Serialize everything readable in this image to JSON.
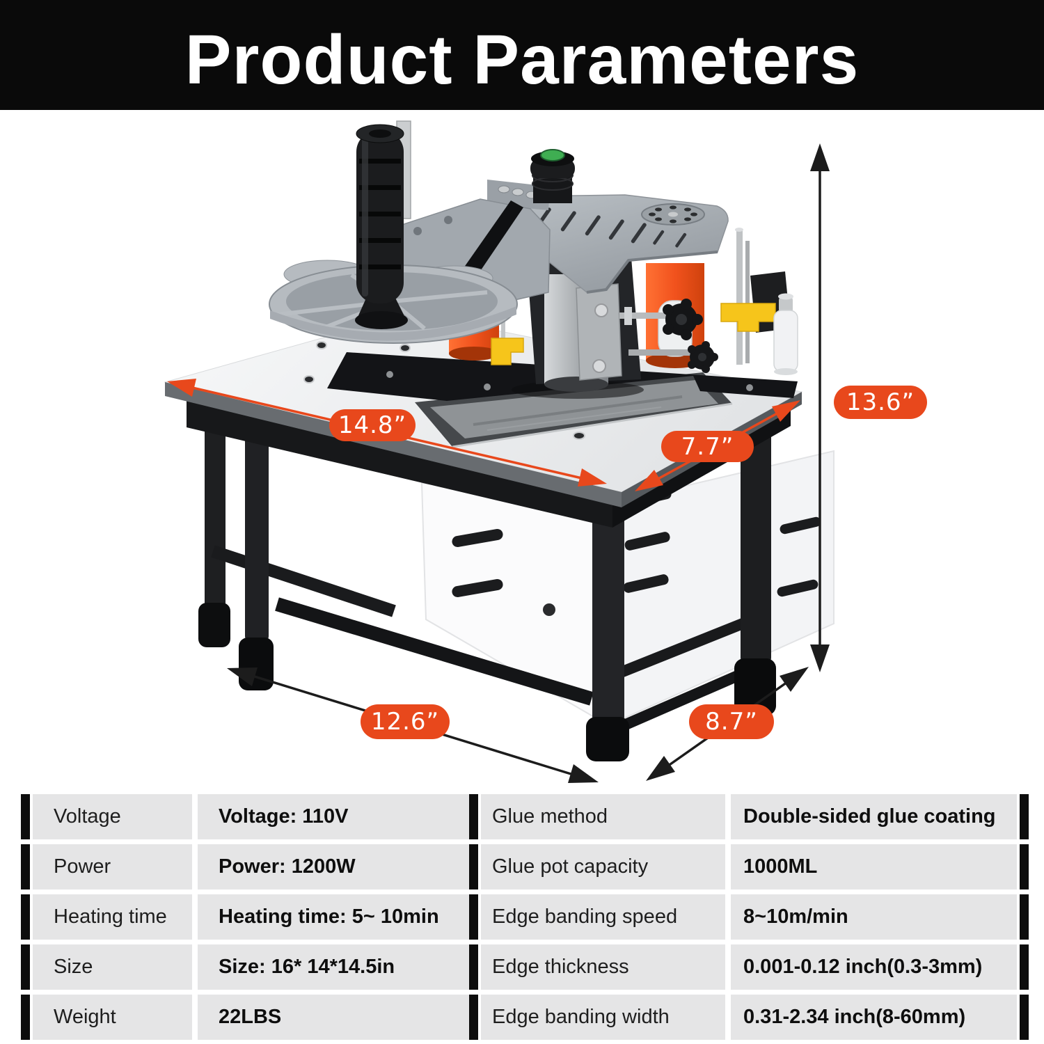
{
  "header": {
    "title": "Product Parameters"
  },
  "diagram": {
    "badges": [
      {
        "id": "table-width",
        "label": "14.8”"
      },
      {
        "id": "table-depth",
        "label": "7.7”"
      },
      {
        "id": "height",
        "label": "13.6”"
      },
      {
        "id": "base-width",
        "label": "12.6”"
      },
      {
        "id": "base-depth",
        "label": "8.7”"
      }
    ]
  },
  "spec_table": {
    "left_rows": [
      {
        "label": "Voltage",
        "value": "Voltage: 110V"
      },
      {
        "label": "Power",
        "value": "Power: 1200W"
      },
      {
        "label": "Heating time",
        "value": "Heating time: 5~ 10min"
      },
      {
        "label": "Size",
        "value": "Size: 16* 14*14.5in"
      },
      {
        "label": "Weight",
        "value": "22LBS"
      }
    ],
    "right_rows": [
      {
        "label": "Glue method",
        "value": "Double-sided glue coating"
      },
      {
        "label": "Glue pot capacity",
        "value": "1000ML"
      },
      {
        "label": "Edge banding speed",
        "value": "8~10m/min"
      },
      {
        "label": "Edge thickness",
        "value": "0.001-0.12 inch(0.3-3mm)"
      },
      {
        "label": "Edge banding width",
        "value": "0.31-2.34 inch(8-60mm)"
      }
    ]
  },
  "colors": {
    "accent_orange": "#E8481C",
    "header_bg": "#0A0A0A",
    "cell_bg": "#E5E5E6",
    "machine_orange": "#F1521D",
    "machine_gray": "#A9AEB4",
    "machine_yellow": "#F6C51B",
    "indicator_green": "#3FAE52"
  }
}
